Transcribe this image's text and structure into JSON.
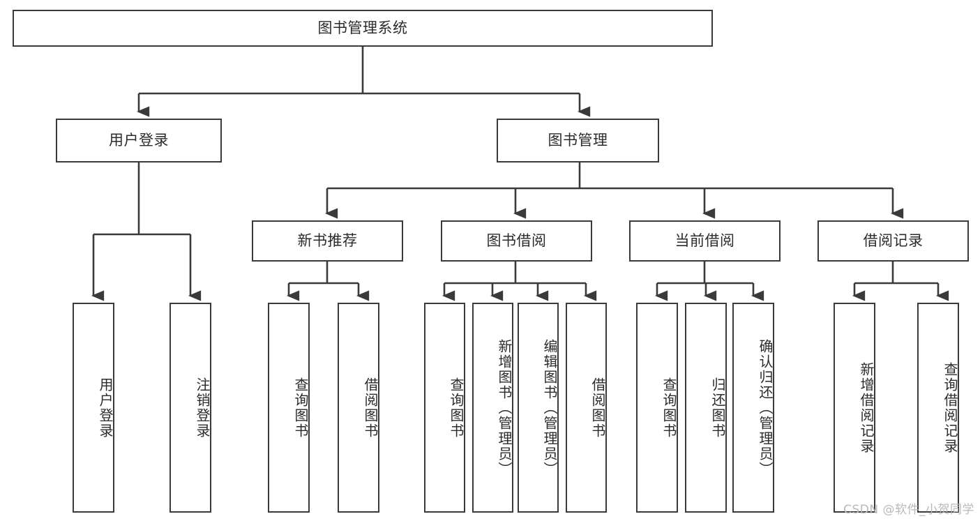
{
  "diagram": {
    "title": "图书管理系统",
    "line_color": "#3a3a3a",
    "text_color": "#2b2b2b",
    "background": "#ffffff",
    "levels": {
      "root": {
        "label": "图书管理系统"
      },
      "level2": [
        {
          "label": "用户登录"
        },
        {
          "label": "图书管理"
        }
      ],
      "level3": [
        {
          "label": "新书推荐"
        },
        {
          "label": "图书借阅"
        },
        {
          "label": "当前借阅"
        },
        {
          "label": "借阅记录"
        }
      ],
      "leaves_user_login": [
        {
          "label": "用户登录"
        },
        {
          "label": "注销登录"
        }
      ],
      "leaves_new_book": [
        {
          "label": "查询图书"
        },
        {
          "label": "借阅图书"
        }
      ],
      "leaves_borrow": [
        {
          "label": "查询图书"
        },
        {
          "label": "新增图书（管理员）"
        },
        {
          "label": "编辑图书（管理员）"
        },
        {
          "label": "借阅图书"
        }
      ],
      "leaves_current": [
        {
          "label": "查询图书"
        },
        {
          "label": "归还图书"
        },
        {
          "label": "确认归还（管理员）"
        }
      ],
      "leaves_record": [
        {
          "label": "新增借阅记录"
        },
        {
          "label": "查询借阅记录"
        }
      ]
    }
  },
  "watermark": {
    "text": "CSDN @软件_小贺同学"
  }
}
